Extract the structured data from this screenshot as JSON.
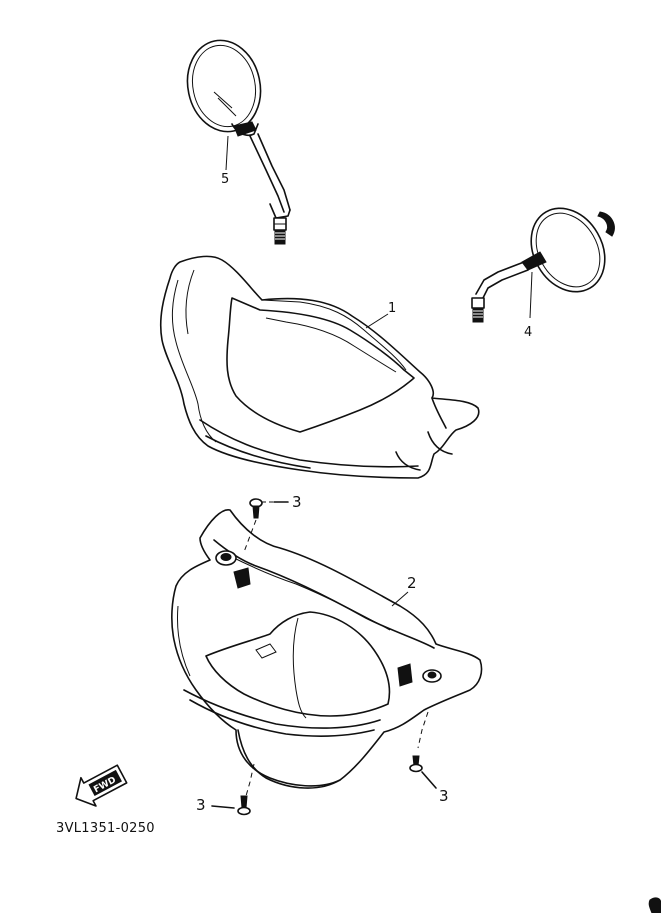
{
  "parts": {
    "p1": "1",
    "p2": "2",
    "p3a": "3",
    "p3b": "3",
    "p3c": "3",
    "p4": "4",
    "p5": "5"
  },
  "fwd_label": "FWD",
  "ref_code": "3VL1351-0250"
}
